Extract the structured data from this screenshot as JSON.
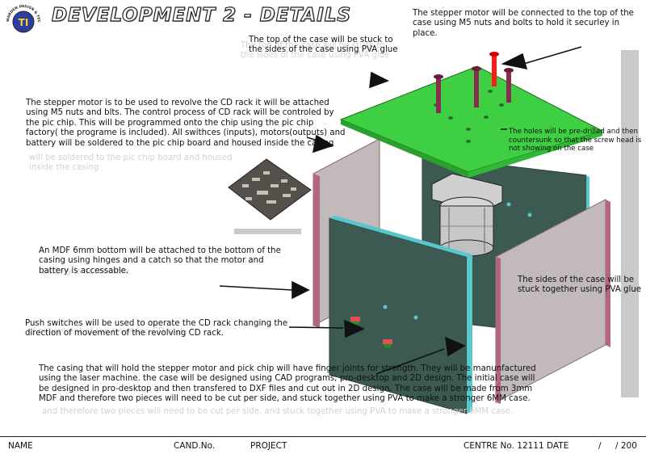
{
  "page": {
    "title": "DEVELOPMENT 2 - DETAILS",
    "logo_text": "WARDEN DESIGN & TECHNOLOGY"
  },
  "notes": {
    "stepper_top": "The stepper motor will be connected to the top of the case using M5 nuts and bolts to hold it securley in place.",
    "top_case": "The top of the case will be stuck to the sides of the case using PVA glue",
    "motor_cd": "The stepper motor is to be used to revolve the CD rack it will be attached using M5 nuts and blts. The control process of CD rack will be controled by the pic chip. This will be programmed onto the chip using the pic chip factory( the programe is included). All swithces (inputs), motors(outputs) and battery will be soldered to the pic chip board and housed inside the casing",
    "holes": "The holes will be pre-drilled and then countersunk so that the screw head is not showing on the case",
    "mdf_bottom": "An MDF 6mm bottom will be attached to the bottom of the casing using hinges and a catch so that the motor and battery is accessable.",
    "sides": "The sides of the case will be stuck together using PVA glue",
    "push_switches": "Push switches will be used to operate the CD rack changing the direction of movement of the revolving CD rack.",
    "casing": "The casing that will hold the stepper motor and pick chip will have finger joints for strength. They will be manunfactured using the laser machine. the case will be designed using CAD programs; pro-desktop and 2D design. The initial case will be designed in pro-desktop and then transfered to DXF files and cut out in 2D design. The case will be made from 3mm MDF and therefore two pieces will need to be cut per side, and stuck together using PVA to make a stronger 6MM case."
  },
  "footer": {
    "name": "NAME",
    "cand": "CAND.No.",
    "project": "PROJECT",
    "centre": "CENTRE No. 12111  DATE",
    "slash": "/",
    "pages": "/ 200"
  },
  "colors": {
    "top_panel": "#3fcf43",
    "side_panel": "#c2b9ba",
    "front_panel": "#3c5a52",
    "edge_cyan": "#58c7c9",
    "edge_pink": "#b2677f",
    "bolt": "#8a2c52",
    "red_bolt": "#ff1a1a"
  }
}
